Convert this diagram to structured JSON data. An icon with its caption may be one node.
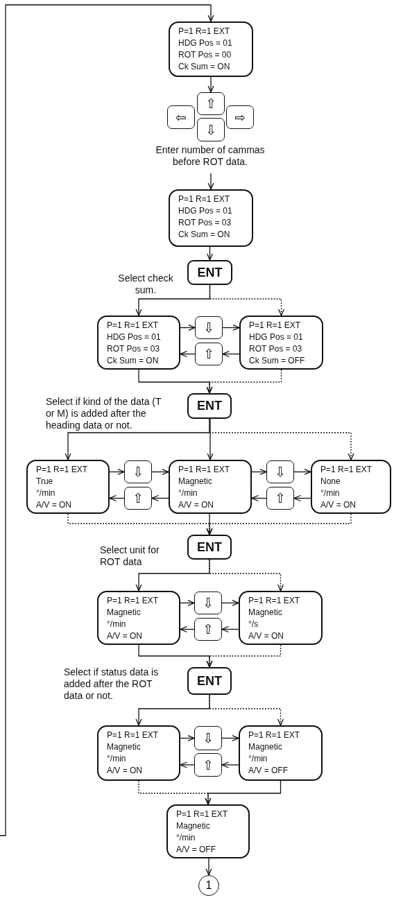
{
  "diagram": {
    "nodes": [
      {
        "text": [
          "P=1 R=1 EXT",
          "HDG Pos = 01",
          "ROT Pos = 00",
          "Ck Sum = ON"
        ]
      },
      {
        "text": [
          "⇧"
        ]
      },
      {
        "text": [
          "⇦"
        ]
      },
      {
        "text": [
          "⇩"
        ]
      },
      {
        "text": [
          "⇨"
        ]
      },
      {
        "text": [
          "Enter number of cammas before ROT data."
        ]
      },
      {
        "text": [
          "P=1 R=1 EXT",
          "HDG Pos = 01",
          "ROT Pos = 03",
          "Ck Sum = ON"
        ]
      },
      {
        "text": [
          "ENT"
        ]
      },
      {
        "text": [
          "P=1 R=1 EXT",
          "HDG Pos = 01",
          "ROT Pos = 03",
          "Ck Sum = ON"
        ]
      },
      {
        "text": [
          "⇩"
        ]
      },
      {
        "text": [
          "⇧"
        ]
      },
      {
        "text": [
          "P=1 R=1 EXT",
          "HDG Pos = 01",
          "ROT Pos = 03",
          "Ck Sum = OFF"
        ]
      },
      {
        "text": [
          "ENT"
        ]
      },
      {
        "text": [
          "P=1 R=1 EXT",
          "True",
          "°/min",
          "A/V = ON"
        ]
      },
      {
        "text": [
          "⇩"
        ]
      },
      {
        "text": [
          "⇧"
        ]
      },
      {
        "text": [
          "P=1 R=1 EXT",
          "Magnetic",
          "°/min",
          "A/V = ON"
        ]
      },
      {
        "text": [
          "⇩"
        ]
      },
      {
        "text": [
          "⇧"
        ]
      },
      {
        "text": [
          "P=1 R=1 EXT",
          "None",
          "°/min",
          "A/V = ON"
        ]
      },
      {
        "text": [
          "ENT"
        ]
      },
      {
        "text": [
          "P=1 R=1 EXT",
          "Magnetic",
          "°/min",
          "A/V = ON"
        ]
      },
      {
        "text": [
          "⇩"
        ]
      },
      {
        "text": [
          "⇧"
        ]
      },
      {
        "text": [
          "P=1 R=1 EXT",
          "Magnetic",
          "°/s",
          "A/V = ON"
        ]
      },
      {
        "text": [
          "ENT"
        ]
      },
      {
        "text": [
          "P=1 R=1 EXT",
          "Magnetic",
          "°/min",
          "A/V = ON"
        ]
      },
      {
        "text": [
          "⇩"
        ]
      },
      {
        "text": [
          "⇧"
        ]
      },
      {
        "text": [
          "P=1 R=1 EXT",
          "Magnetic",
          "°/min",
          "A/V = OFF"
        ]
      },
      {
        "text": [
          "P=1 R=1 EXT",
          "Magnetic",
          "°/min",
          "A/V = OFF"
        ]
      },
      {
        "text": [
          "1"
        ]
      }
    ],
    "edges": [
      {
        "from": null,
        "to": 0,
        "arrow": "to"
      },
      {
        "from": 0,
        "to": 1,
        "arrow": "to"
      },
      {
        "from": 5,
        "to": 6,
        "arrow": "to"
      },
      {
        "from": 6,
        "to": 7,
        "arrow": "to"
      },
      {
        "from": 7,
        "to": 8,
        "arrow": "to"
      },
      {
        "from": 7,
        "to": 11,
        "arrow": "to",
        "style": "dashed"
      },
      {
        "from": 8,
        "to": 9,
        "arrow": "to"
      },
      {
        "from": 9,
        "to": 11,
        "arrow": "to"
      },
      {
        "from": 11,
        "to": 10,
        "arrow": "to"
      },
      {
        "from": 10,
        "to": 8,
        "arrow": "to"
      },
      {
        "from": 8,
        "to": 12,
        "arrow": "to"
      },
      {
        "from": 11,
        "to": 12,
        "arrow": "to",
        "style": "dashed"
      },
      {
        "from": 12,
        "to": 13,
        "arrow": "to"
      },
      {
        "from": 12,
        "to": 16,
        "arrow": "to"
      },
      {
        "from": 12,
        "to": 19,
        "arrow": "to",
        "style": "dashed"
      },
      {
        "from": 13,
        "to": 14,
        "arrow": "to"
      },
      {
        "from": 14,
        "to": 16,
        "arrow": "to"
      },
      {
        "from": 16,
        "to": 15,
        "arrow": "to"
      },
      {
        "from": 15,
        "to": 13,
        "arrow": "to"
      },
      {
        "from": 16,
        "to": 17,
        "arrow": "to"
      },
      {
        "from": 17,
        "to": 19,
        "arrow": "to"
      },
      {
        "from": 19,
        "to": 18,
        "arrow": "to"
      },
      {
        "from": 18,
        "to": 16,
        "arrow": "to"
      },
      {
        "from": 13,
        "to": 20,
        "arrow": "to",
        "style": "dashed"
      },
      {
        "from": 16,
        "to": 20,
        "arrow": "to"
      },
      {
        "from": 19,
        "to": 20,
        "arrow": "to",
        "style": "dashed"
      },
      {
        "from": 20,
        "to": 21,
        "arrow": "to"
      },
      {
        "from": 20,
        "to": 24,
        "arrow": "to",
        "style": "dashed"
      },
      {
        "from": 21,
        "to": 22,
        "arrow": "to"
      },
      {
        "from": 22,
        "to": 24,
        "arrow": "to"
      },
      {
        "from": 24,
        "to": 23,
        "arrow": "to"
      },
      {
        "from": 23,
        "to": 21,
        "arrow": "to"
      },
      {
        "from": 21,
        "to": 25,
        "arrow": "to"
      },
      {
        "from": 24,
        "to": 25,
        "arrow": "to",
        "style": "dashed"
      },
      {
        "from": 25,
        "to": 26,
        "arrow": "to"
      },
      {
        "from": 25,
        "to": 29,
        "arrow": "to",
        "style": "dashed"
      },
      {
        "from": 26,
        "to": 27,
        "arrow": "to"
      },
      {
        "from": 27,
        "to": 29,
        "arrow": "to"
      },
      {
        "from": 29,
        "to": 28,
        "arrow": "to"
      },
      {
        "from": 28,
        "to": 26,
        "arrow": "to"
      },
      {
        "from": 26,
        "to": 30,
        "arrow": "to",
        "style": "dashed"
      },
      {
        "from": 29,
        "to": 30,
        "arrow": "to"
      },
      {
        "from": 30,
        "to": 31,
        "arrow": "to"
      }
    ],
    "labels": [
      "Select check sum.",
      "Select if kind of the data (T or M) is added after the heading data or not.",
      "Select unit for ROT data",
      "Select if status data is added after the ROT data or not."
    ]
  }
}
